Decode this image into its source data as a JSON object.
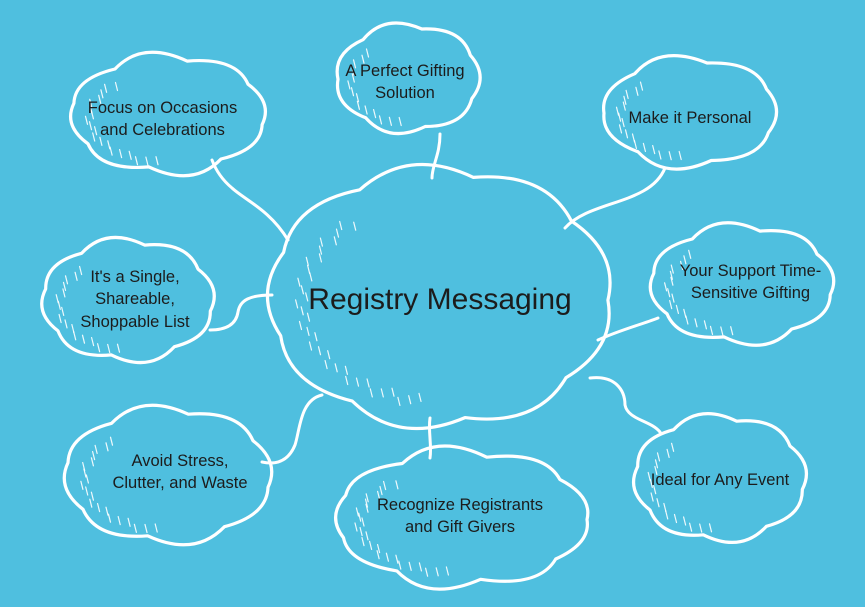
{
  "center": {
    "label": "Registry Messaging"
  },
  "nodes": [
    {
      "id": "perfect-gifting",
      "lines": [
        "A Perfect Gifting",
        "Solution"
      ]
    },
    {
      "id": "make-personal",
      "lines": [
        "Make it Personal"
      ]
    },
    {
      "id": "support-time-sensitive",
      "lines": [
        "Your Support Time-",
        "Sensitive Gifting"
      ]
    },
    {
      "id": "ideal-any-event",
      "lines": [
        "Ideal for Any Event"
      ]
    },
    {
      "id": "recognize-registrants",
      "lines": [
        "Recognize Registrants",
        "and Gift Givers"
      ]
    },
    {
      "id": "avoid-stress",
      "lines": [
        "Avoid Stress,",
        "Clutter, and Waste"
      ]
    },
    {
      "id": "shareable-list",
      "lines": [
        "It's a Single,",
        "Shareable,",
        "Shoppable List"
      ]
    },
    {
      "id": "focus-occasions",
      "lines": [
        "Focus on Occasions",
        "and Celebrations"
      ]
    }
  ]
}
